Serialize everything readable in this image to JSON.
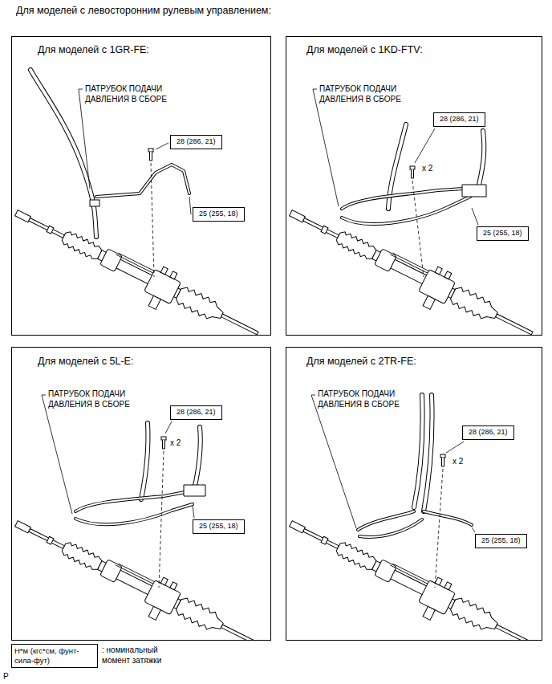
{
  "diagram": {
    "title": "Для моделей с левосторонним рулевым управлением:",
    "nodes": [
      {
        "text": [
          "Для моделей с 1GR-FE:"
        ]
      },
      {
        "text": [
          "28 (286, 21)"
        ],
        "in": 0
      },
      {
        "text": [
          "25 (255, 18)"
        ],
        "in": 0
      },
      {
        "text": [
          "Для моделей с 1KD-FTV:"
        ]
      },
      {
        "text": [
          "28 (286, 21)"
        ],
        "in": 3
      },
      {
        "text": [
          "25 (255, 18)"
        ],
        "in": 3
      },
      {
        "text": [
          "Для моделей с 5L-E:"
        ]
      },
      {
        "text": [
          "28 (286, 21)"
        ],
        "in": 6
      },
      {
        "text": [
          "25 (255, 18)"
        ],
        "in": 6
      },
      {
        "text": [
          "Для моделей с 2TR-FE:"
        ]
      },
      {
        "text": [
          "28 (286, 21)"
        ],
        "in": 9
      },
      {
        "text": [
          "25 (255, 18)"
        ],
        "in": 9
      },
      {
        "text": [
          "Н*м (кгс*см, фунт-сила-фут)"
        ]
      }
    ],
    "labels": [
      "ПАТРУБОК ПОДАЧИ ДАВЛЕНИЯ В СБОРЕ",
      "ПАТРУБОК ПОДАЧИ ДАВЛЕНИЯ В СБОРЕ",
      "x 2",
      "ПАТРУБОК ПОДАЧИ ДАВЛЕНИЯ В СБОРЕ",
      "x 2",
      "ПАТРУБОК ПОДАЧИ ДАВЛЕНИЯ В СБОРЕ",
      "x 2",
      ": номинальный момент затяжки",
      "P"
    ]
  }
}
